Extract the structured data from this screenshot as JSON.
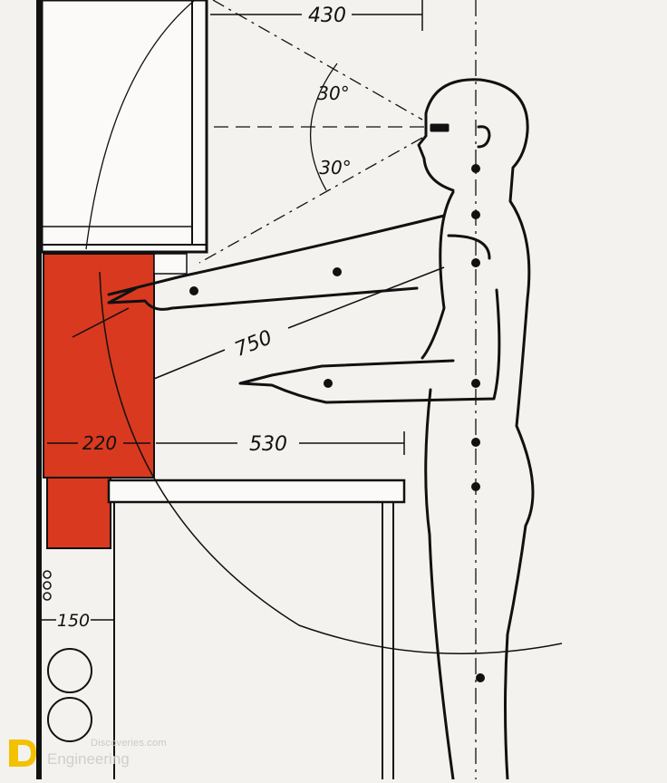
{
  "dimensions": {
    "top": "430",
    "angle_up": "30°",
    "angle_down": "30°",
    "reach": "750",
    "cabinet_depth": "220",
    "counter_gap": "530",
    "side_width": "150"
  },
  "watermark": {
    "line1": "Discoveries.com",
    "line2": "Engineering"
  },
  "colors": {
    "cabinet_red": "#d9391f",
    "ink": "#111111",
    "paper": "#f4f2ef"
  }
}
